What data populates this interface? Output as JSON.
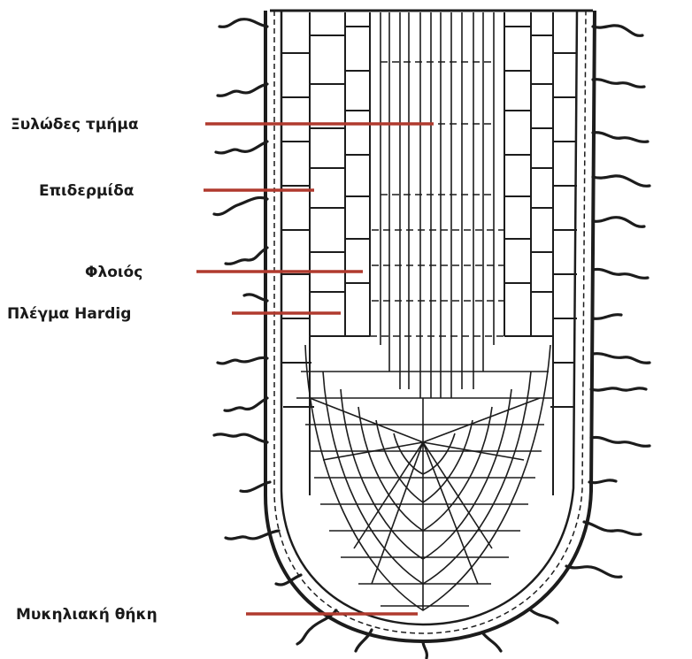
{
  "labels": [
    {
      "id": "xylem",
      "text": "Ξυλώδες τμήμα"
    },
    {
      "id": "epidermis",
      "text": "Επιδερμίδα"
    },
    {
      "id": "cortex",
      "text": "Φλοιός"
    },
    {
      "id": "hartig",
      "text": "Πλέγμα Hardig"
    },
    {
      "id": "sheath",
      "text": "Μυκηλιακή θήκη"
    }
  ],
  "colors": {
    "leader": "#b03a2e",
    "ink": "#1c1c1c"
  }
}
